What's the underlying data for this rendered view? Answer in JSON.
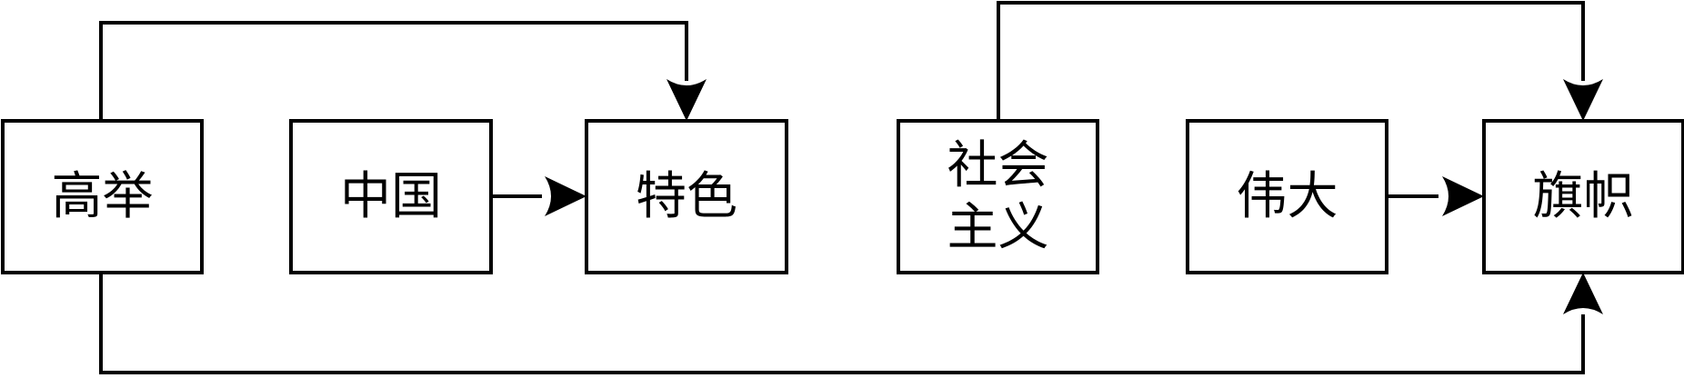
{
  "diagram": {
    "stroke_color": "#000000",
    "background_color": "#ffffff",
    "nodes": [
      {
        "id": "gaoju",
        "lines": [
          "高举"
        ]
      },
      {
        "id": "zhongguo",
        "lines": [
          "中国"
        ]
      },
      {
        "id": "tese",
        "lines": [
          "特色"
        ]
      },
      {
        "id": "shehuizhuyi",
        "lines": [
          "社会",
          "主义"
        ]
      },
      {
        "id": "weida",
        "lines": [
          "伟大"
        ]
      },
      {
        "id": "qizhi",
        "lines": [
          "旗帜"
        ]
      }
    ],
    "edges": [
      {
        "from": "zhongguo",
        "to": "tese"
      },
      {
        "from": "weida",
        "to": "qizhi"
      },
      {
        "from": "gaoju",
        "to": "tese"
      },
      {
        "from": "shehuizhuyi",
        "to": "qizhi"
      },
      {
        "from": "gaoju",
        "to": "qizhi"
      }
    ]
  }
}
